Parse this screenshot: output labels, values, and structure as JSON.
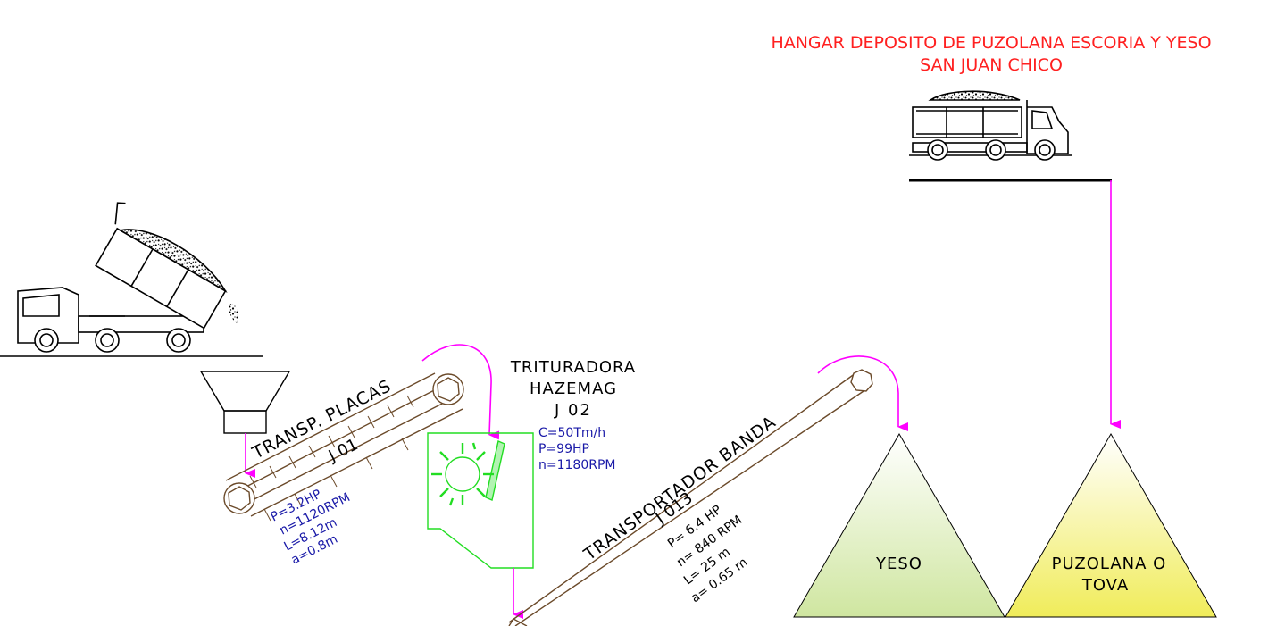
{
  "title": {
    "line1": "HANGAR DEPOSITO DE PUZOLANA ESCORIA Y YESO",
    "line2": "SAN JUAN CHICO"
  },
  "colors": {
    "title": "#ff2020",
    "spec": "#1a1aa8",
    "flow": "#ff00ff",
    "crusher": "#22dd22",
    "line": "#000000",
    "conveyor": "#6b4a2a",
    "pile_left": "#cfe6a0",
    "pile_right": "#f0ec5a"
  },
  "conveyor_j01": {
    "name": "TRANSP. PLACAS",
    "code": "J 01",
    "specs": [
      "P=3.2HP",
      "n=1120RPM",
      "L=8.12m",
      "a=0.8m"
    ]
  },
  "crusher_j02": {
    "name1": "TRITURADORA",
    "name2": "HAZEMAG",
    "code": "J 02",
    "specs": [
      "C=50Tm/h",
      "P=99HP",
      "n=1180RPM"
    ]
  },
  "conveyor_j013": {
    "name": "TRANSPORTADOR BANDA",
    "code": "J 013",
    "specs": [
      "P= 6.4 HP",
      "n= 840 RPM",
      "L= 25 m",
      "a= 0.65 m"
    ]
  },
  "piles": {
    "yeso": "YESO",
    "puzolana_line1": "PUZOLANA O",
    "puzolana_line2": "TOVA"
  },
  "icons": [
    "dump-truck-icon",
    "hopper-icon",
    "truck-icon",
    "hammer-crusher-icon"
  ]
}
